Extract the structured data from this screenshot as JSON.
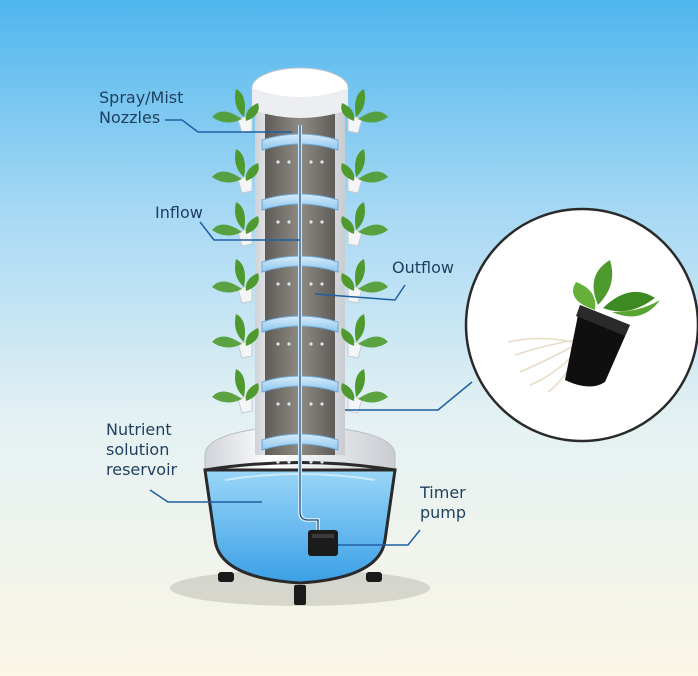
{
  "labels": {
    "spray_line1": "Spray/Mist",
    "spray_line2": "Nozzles",
    "inflow": "Inflow",
    "outflow": "Outflow",
    "reservoir_line1": "Nutrient",
    "reservoir_line2": "solution",
    "reservoir_line3": "reservoir",
    "pump_line1": "Timer",
    "pump_line2": "pump"
  },
  "colors": {
    "leader_line": "#1f5fa3",
    "tower_white": "#f2f3f5",
    "tower_inner": "#7d7a75",
    "water": "#5db6ee",
    "leaf": "#4f9a2e",
    "root": "#e8dcc8"
  }
}
